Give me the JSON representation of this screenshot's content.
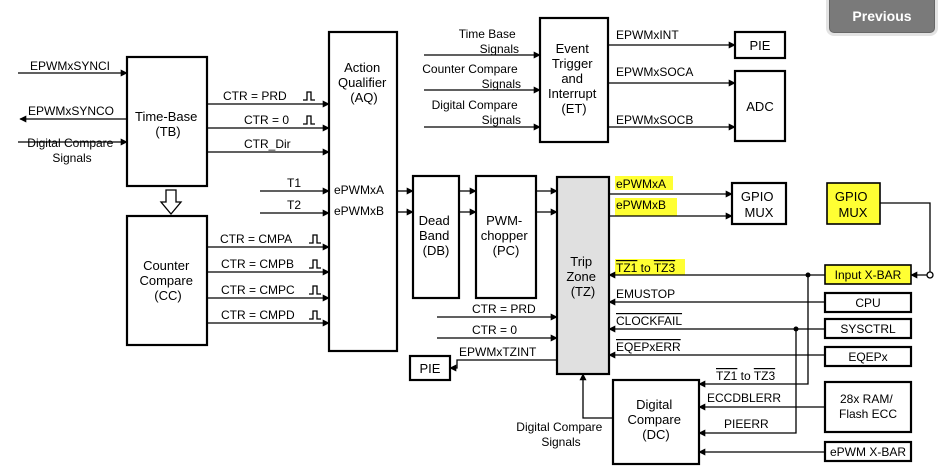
{
  "nav": {
    "previous_label": "Previous"
  },
  "blocks": {
    "time_base": [
      "Time-Base",
      "(TB)"
    ],
    "counter_compare": [
      "Counter",
      "Compare",
      "(CC)"
    ],
    "action_qualifier": [
      "Action",
      "Qualifier",
      "(AQ)"
    ],
    "dead_band": [
      "Dead",
      "Band",
      "(DB)"
    ],
    "pwm_chopper": [
      "PWM-",
      "chopper",
      "(PC)"
    ],
    "trip_zone": [
      "Trip",
      "Zone",
      "(TZ)"
    ],
    "event_trigger": [
      "Event",
      "Trigger",
      "and",
      "Interrupt",
      "(ET)"
    ],
    "digital_compare": [
      "Digital",
      "Compare",
      "(DC)"
    ],
    "pie_top": "PIE",
    "adc": "ADC",
    "gpio_mux_out": [
      "GPIO",
      "MUX"
    ],
    "gpio_mux_in": [
      "GPIO",
      "MUX"
    ],
    "pie_bottom": "PIE",
    "input_xbar": "Input X-BAR",
    "cpu": "CPU",
    "sysctrl": "SYSCTRL",
    "eqepx": "EQEPx",
    "ram_flash": [
      "28x RAM/",
      "Flash ECC"
    ],
    "epwm_xbar": "ePWM X-BAR"
  },
  "signals": {
    "sync_in": "EPWMxSYNCI",
    "sync_out": "EPWMxSYNCO",
    "dc_signals_in": [
      "Digital Compare",
      "Signals"
    ],
    "ctr_prd": "CTR = PRD",
    "ctr_zero": "CTR = 0",
    "ctr_dir": "CTR_Dir",
    "ctr_cmpa": "CTR = CMPA",
    "ctr_cmpb": "CTR = CMPB",
    "ctr_cmpc": "CTR = CMPC",
    "ctr_cmpd": "CTR = CMPD",
    "t1": "T1",
    "t2": "T2",
    "epwm_a": "ePWMxA",
    "epwm_b": "ePWMxB",
    "tb_signals": [
      "Time Base",
      "Signals"
    ],
    "cc_signals": [
      "Counter Compare",
      "Signals"
    ],
    "dc_signals_et": [
      "Digital Compare",
      "Signals"
    ],
    "int_out": "EPWMxINT",
    "soca": "EPWMxSOCA",
    "socb": "EPWMxSOCB",
    "epwm_a_out": "ePWMxA",
    "epwm_b_out": "ePWMxB",
    "tz1_tz3": "TZ1 to TZ3",
    "tz_tz1": "TZ1",
    "tz_to": " to ",
    "tz_tz3": "TZ3",
    "emustop": "EMUSTOP",
    "clockfail": "CLOCKFAIL",
    "eqeperr": "EQEPxERR",
    "tz_ctr_prd": "CTR = PRD",
    "tz_ctr_zero": "CTR = 0",
    "tzint": "EPWMxTZINT",
    "dc_tz1": "TZ1",
    "dc_to": " to ",
    "dc_tz3": "TZ3",
    "eccdblerr": "ECCDBLERR",
    "pieerr": "PIEERR",
    "dc_signals_bottom": [
      "Digital Compare",
      "Signals"
    ]
  },
  "colors": {
    "highlight": "#ffff33",
    "trip_zone_fill": "#e0e0e0",
    "button": "#7a7a7a"
  }
}
